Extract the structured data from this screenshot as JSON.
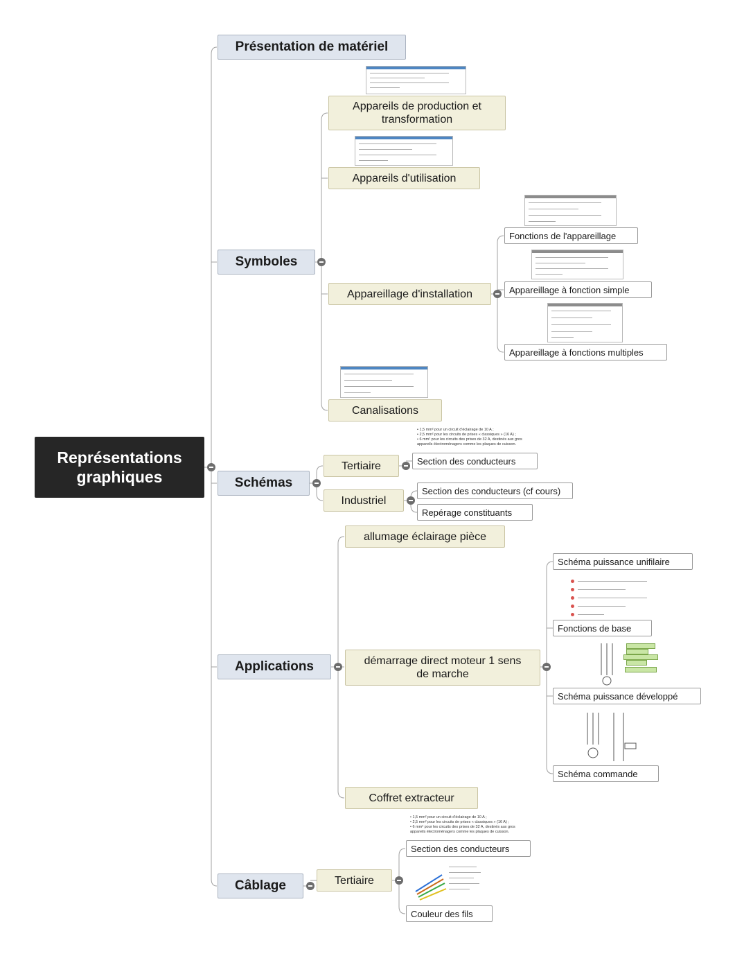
{
  "root": {
    "label": "Représentations graphiques"
  },
  "branches": {
    "presentation": {
      "label": "Présentation de matériel"
    },
    "symboles": {
      "label": "Symboles",
      "production": {
        "label": "Appareils de production et transformation"
      },
      "utilisation": {
        "label": "Appareils d'utilisation"
      },
      "installation": {
        "label": "Appareillage d'installation",
        "fonctions": {
          "label": "Fonctions de l'appareillage"
        },
        "simple": {
          "label": "Appareillage à fonction simple"
        },
        "multiples": {
          "label": "Appareillage à fonctions multiples"
        }
      },
      "canalisations": {
        "label": "Canalisations"
      }
    },
    "schemas": {
      "label": "Schémas",
      "tertiaire": {
        "label": "Tertiaire",
        "section": {
          "label": "Section des conducteurs"
        }
      },
      "industriel": {
        "label": "Industriel",
        "section": {
          "label": "Section des conducteurs (cf cours)"
        },
        "reperage": {
          "label": "Repérage constituants"
        }
      }
    },
    "applications": {
      "label": "Applications",
      "allumage": {
        "label": "allumage éclairage pièce"
      },
      "demarrage": {
        "label": "démarrage direct moteur 1 sens de marche",
        "unifilaire": {
          "label": "Schéma puissance unifilaire"
        },
        "fonctions": {
          "label": "Fonctions de base"
        },
        "developpe": {
          "label": "Schéma puissance développé"
        },
        "commande": {
          "label": "Schéma commande"
        }
      },
      "coffret": {
        "label": "Coffret extracteur"
      }
    },
    "cablage": {
      "label": "Câblage",
      "tertiaire": {
        "label": "Tertiaire",
        "section": {
          "label": "Section des conducteurs"
        },
        "couleur": {
          "label": "Couleur des fils"
        }
      }
    }
  },
  "section_notes": [
    "1,5 mm² pour un circuit d'éclairage de 10 A ;",
    "2,5 mm² pour les circuits de prises « classiques » (16 A) ;",
    "6 mm² pour les circuits des prises de 32 A, destinés aux gros appareils électroménagers comme les plaques de cuisson."
  ],
  "colors": {
    "root_fill": "#262626",
    "main_fill": "#dfe5ee",
    "sub_fill": "#f2f0dc",
    "leaf_fill": "#ffffff",
    "connector": "#9a9a9a",
    "toggle": "#6d6d6d"
  }
}
